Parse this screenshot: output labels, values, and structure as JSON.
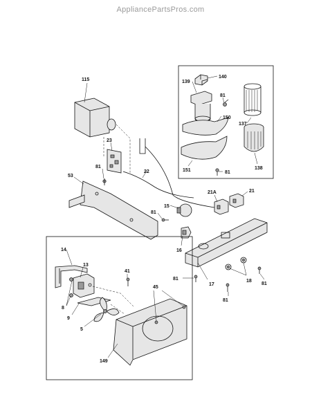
{
  "watermark": "AppliancePartsPros.com",
  "callouts": {
    "p115": "115",
    "p23": "23",
    "p81a": "81",
    "p22": "22",
    "p53": "53",
    "p15": "15",
    "p81b": "81",
    "p16": "16",
    "p140": "140",
    "p139": "139",
    "p81c": "81",
    "p150": "150",
    "p137": "137",
    "p151": "151",
    "p81d": "81",
    "p138": "138",
    "p21a": "21A",
    "p21": "21",
    "p14": "14",
    "p13": "13",
    "p41": "41",
    "p45": "45",
    "p8": "8",
    "p9": "9",
    "p5": "5",
    "p149": "149",
    "p81e": "81",
    "p17": "17",
    "p18": "18",
    "p81f": "81",
    "p81g": "81"
  }
}
